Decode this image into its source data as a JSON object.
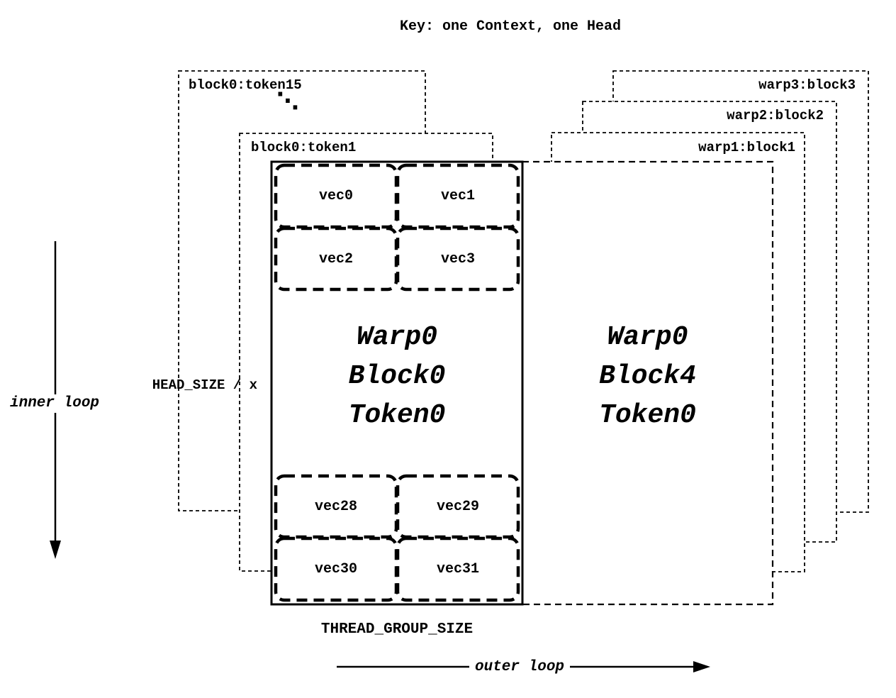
{
  "title": "Key: one Context, one Head",
  "colors": {
    "ink": "#000000",
    "background": "#ffffff"
  },
  "left_stack": {
    "back_label": "block0:token15",
    "ellipsis": "⋱",
    "front_label": "block0:token1"
  },
  "right_stack": {
    "back_label": "warp3:block3",
    "mid_label": "warp2:block2",
    "front_label": "warp1:block1"
  },
  "main_block": {
    "line1": "Warp0",
    "line2": "Block0",
    "line3": "Token0",
    "vecs_top": [
      "vec0",
      "vec1",
      "vec2",
      "vec3"
    ],
    "vecs_bottom": [
      "vec28",
      "vec29",
      "vec30",
      "vec31"
    ]
  },
  "right_block": {
    "line1": "Warp0",
    "line2": "Block4",
    "line3": "Token0"
  },
  "axes": {
    "head_size_label": "HEAD_SIZE / x",
    "inner_loop_label": "inner loop",
    "thread_group_label": "THREAD_GROUP_SIZE",
    "outer_loop_label": "outer loop"
  }
}
